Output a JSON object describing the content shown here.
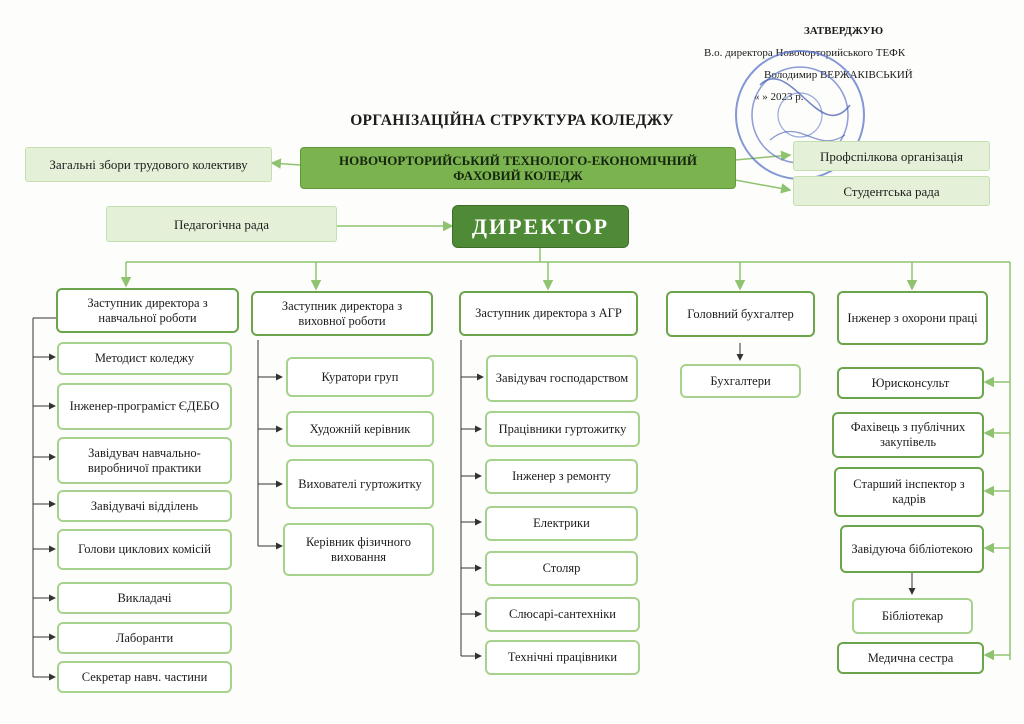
{
  "approval": {
    "line1": "ЗАТВЕРДЖУЮ",
    "line2": "В.о. директора Новочорторийського ТЕФК",
    "line3": "Володимир ВЕРЖАКІВСЬКИЙ",
    "line4": "«   »               2023 р."
  },
  "title": "ОРГАНІЗАЦІЙНА СТРУКТУРА КОЛЕДЖУ",
  "top": {
    "general_meeting": "Загальні збори трудового колективу",
    "college": "НОВОЧОРТОРИЙСЬКИЙ ТЕХНОЛОГО-ЕКОНОМІЧНИЙ ФАХОВИЙ КОЛЕДЖ",
    "trade_union": "Профспілкова організація",
    "student_council": "Студентська рада",
    "ped_council": "Педагогічна рада",
    "director": "ДИРЕКТОР"
  },
  "columns": [
    {
      "head": "Заступник директора з навчальної роботи",
      "items": [
        "Методист коледжу",
        "Інженер-програміст ЄДЕБО",
        "Завідувач навчально-виробничої практики",
        "Завідувачі відділень",
        "Голови циклових комісій",
        "Викладачі",
        "Лаборанти",
        "Секретар навч. частини"
      ]
    },
    {
      "head": "Заступник директора з виховної роботи",
      "items": [
        "Куратори груп",
        "Художній керівник",
        "Вихователі гуртожитку",
        "Керівник фізичного виховання"
      ]
    },
    {
      "head": "Заступник директора з АГР",
      "items": [
        "Завідувач господарством",
        "Працівники гуртожитку",
        "Інженер з ремонту",
        "Електрики",
        "Столяр",
        "Слюсарі-сантехніки",
        "Технічні працівники"
      ]
    },
    {
      "head": "Головний бухгалтер",
      "items": [
        "Бухгалтери"
      ]
    },
    {
      "head": "Інженер з охорони праці",
      "items": []
    }
  ],
  "right_column": [
    "Юрисконсульт",
    "Фахівець з публічних закупівель",
    "Старший інспектор з кадрів",
    "Завідуюча бібліотекою",
    "Бібліотекар",
    "Медична сестра"
  ],
  "colors": {
    "accent_dark": "#4f8a37",
    "accent_mid": "#7bb34f",
    "accent_light": "#e4f1d8",
    "border": "#a7d28d"
  }
}
